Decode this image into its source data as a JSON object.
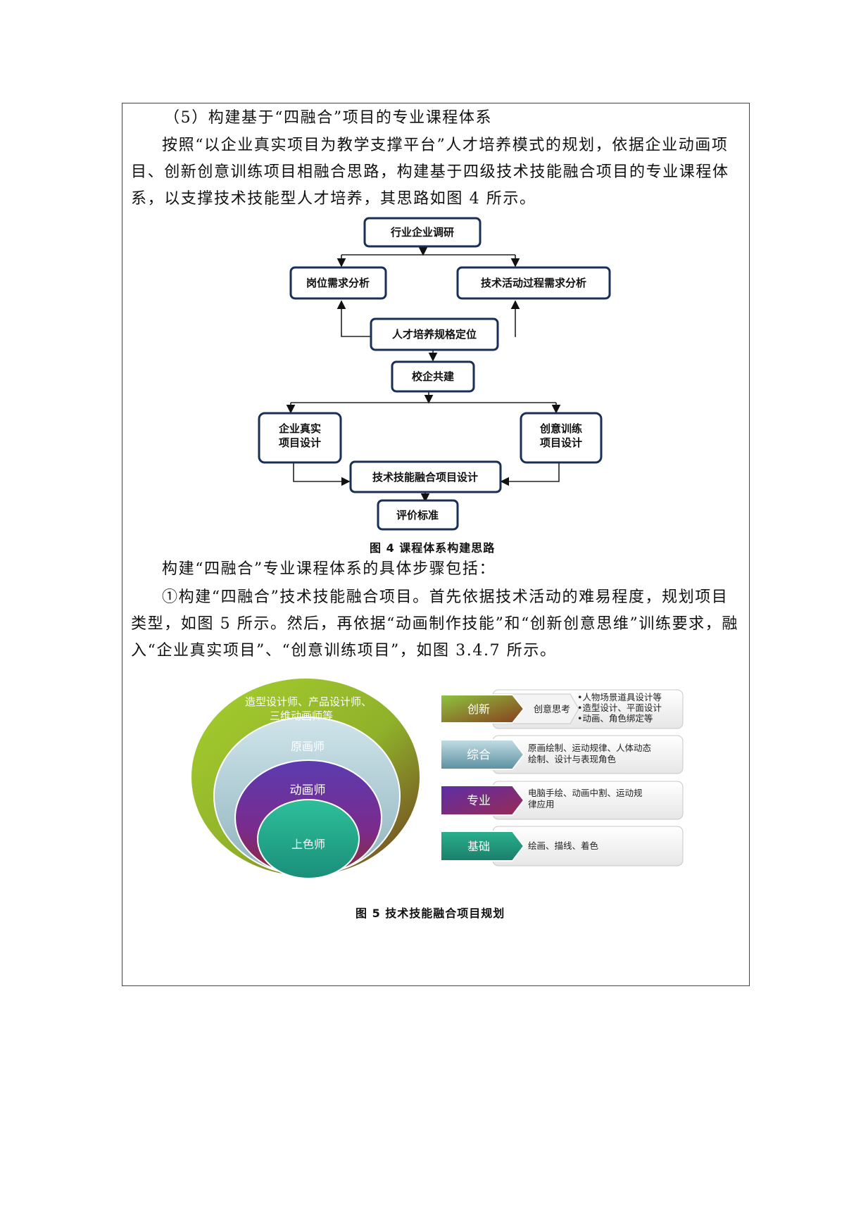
{
  "heading": "（5）构建基于“四融合”项目的专业课程体系",
  "paragraph1": "按照“以企业真实项目为教学支撑平台”人才培养模式的规划，依据企业动画项目、创新创意训练项目相融合思路，构建基于四级技术技能融合项目的专业课程体系，以支撑技术技能型人才培养，其思路如图 4 所示。",
  "flowchart": {
    "n1": "行业企业调研",
    "n2": "岗位需求分析",
    "n3": "技术活动过程需求分析",
    "n4": "人才培养规格定位",
    "n5": "校企共建",
    "n6a": "企业真实",
    "n6b": "项目设计",
    "n7a": "创意训练",
    "n7b": "项目设计",
    "n8": "技术技能融合项目设计",
    "n9": "评价标准",
    "caption": "图 4  课程体系构建思路"
  },
  "paragraph2": "构建“四融合”专业课程体系的具体步骤包括：",
  "paragraph3": "①构建“四融合”技术技能融合项目。首先依据技术活动的难易程度，规划项目类型，如图 5 所示。然后，再依据“动画制作技能”和“创新创意思维”训练要求，融入“企业真实项目”、“创意训练项目”，如图 3.4.7 所示。",
  "figure5": {
    "circles": {
      "outer_line1": "造型设计师、产品设计师、",
      "outer_line2": "三维动画师等",
      "second": "原画师",
      "third": "动画师",
      "inner": "上色师"
    },
    "rows": [
      {
        "tag": "创新",
        "sub": "创意思考",
        "lines": [
          "•人物场景道具设计等",
          "•造型设计、平面设计",
          "•动画、角色绑定等"
        ]
      },
      {
        "tag": "综合",
        "lines": [
          "原画绘制、运动规律、人体动态",
          "绘制、设计与表现角色"
        ]
      },
      {
        "tag": "专业",
        "lines": [
          "电脑手绘、动画中割、运动规",
          "律应用"
        ]
      },
      {
        "tag": "基础",
        "lines": [
          "绘画、描线、着色"
        ]
      }
    ],
    "caption": "图 5  技术技能融合项目规划"
  }
}
